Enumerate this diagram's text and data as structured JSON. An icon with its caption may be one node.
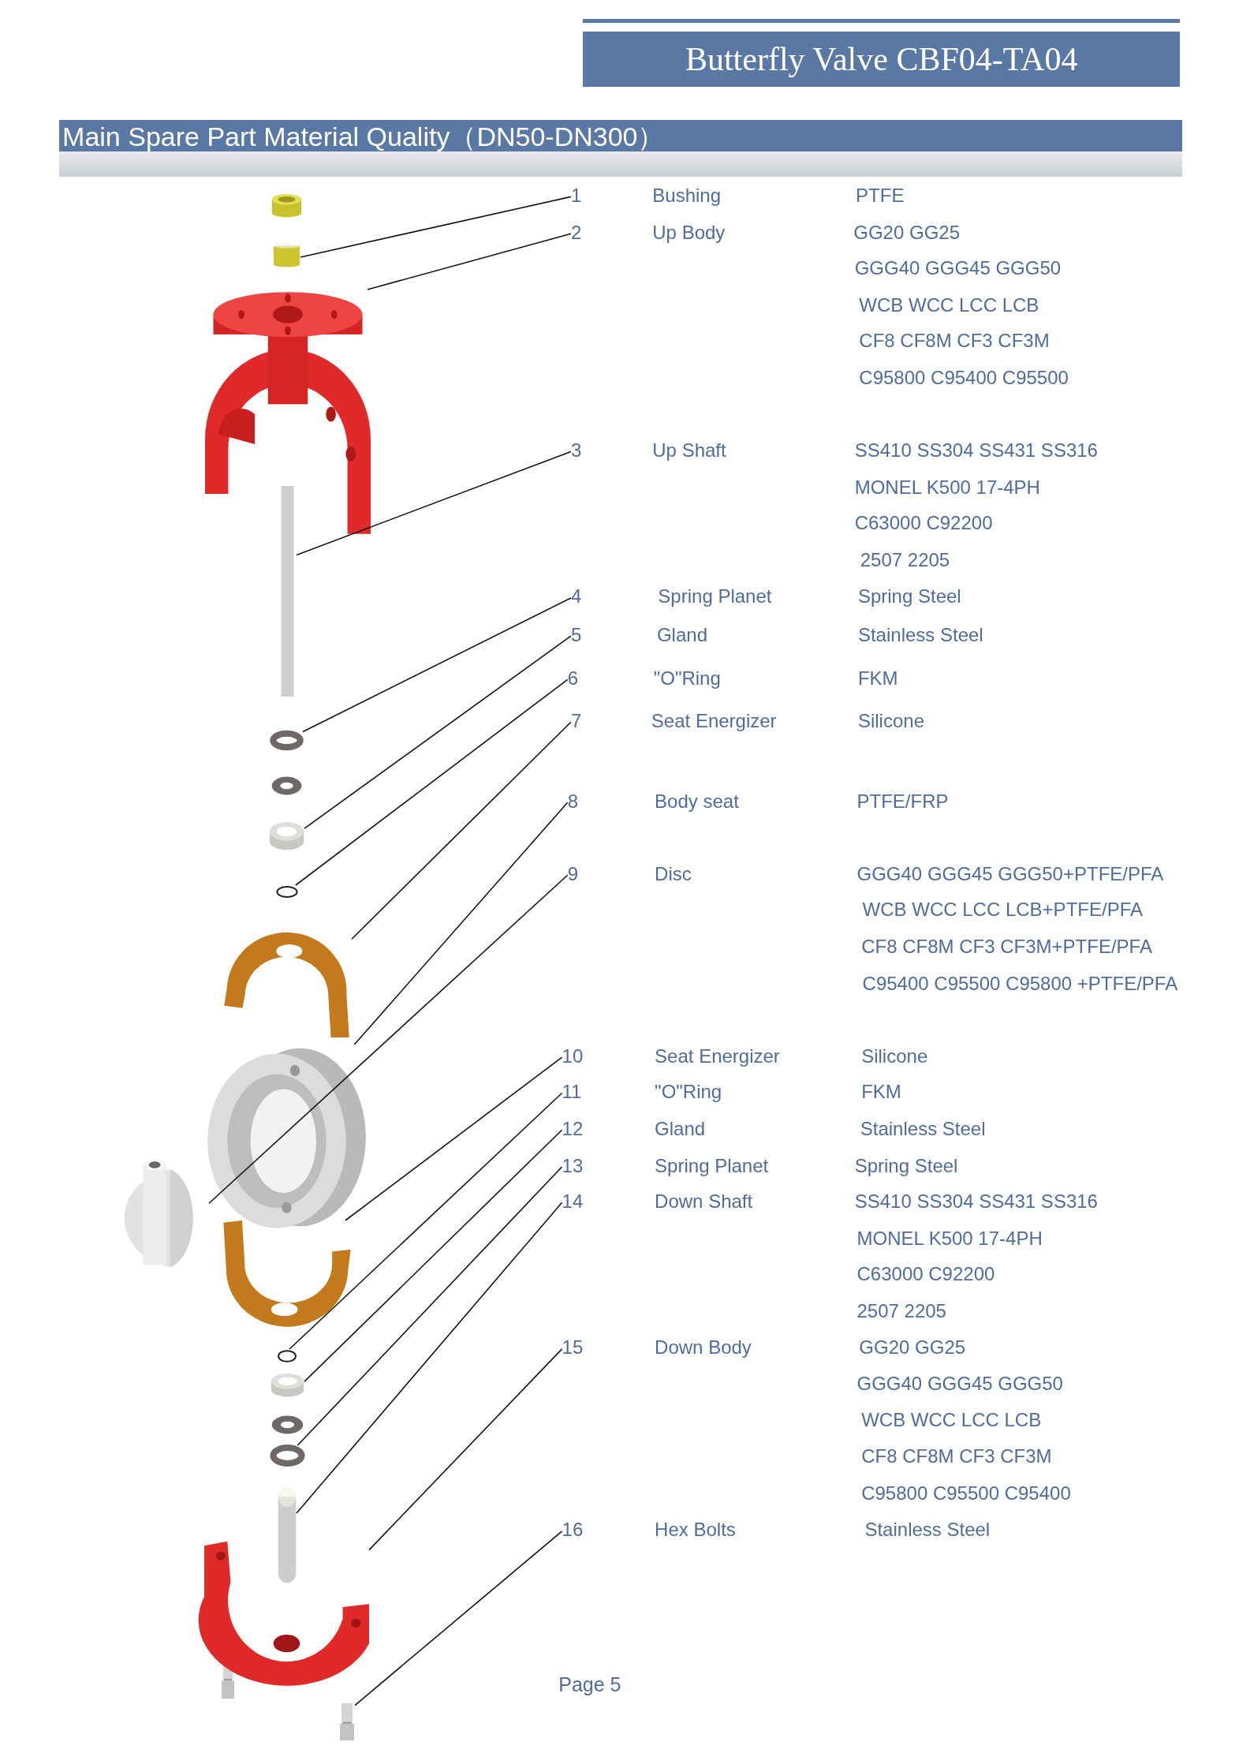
{
  "diagram": {
    "title": "Butterfly Valve CBF04-TA04",
    "nodes": [
      {
        "text": [
          "1"
        ]
      },
      {
        "text": [
          "2"
        ]
      },
      {
        "text": [
          "3"
        ]
      },
      {
        "text": [
          "4"
        ]
      },
      {
        "text": [
          "5"
        ]
      },
      {
        "text": [
          "6"
        ]
      },
      {
        "text": [
          "7"
        ]
      },
      {
        "text": [
          "8"
        ]
      },
      {
        "text": [
          "9"
        ]
      },
      {
        "text": [
          "10"
        ]
      },
      {
        "text": [
          "11"
        ]
      },
      {
        "text": [
          "12"
        ]
      },
      {
        "text": [
          "13"
        ]
      },
      {
        "text": [
          "14"
        ]
      },
      {
        "text": [
          "15"
        ]
      },
      {
        "text": [
          "16"
        ]
      },
      {
        "text": [],
        "shape": "cylinder"
      },
      {
        "text": [],
        "shape": "picture"
      },
      {
        "text": [],
        "shape": "bar"
      },
      {
        "text": [],
        "shape": "circle"
      },
      {
        "text": [],
        "shape": "picture"
      },
      {
        "text": [],
        "shape": "circle"
      },
      {
        "text": [],
        "shape": "picture"
      },
      {
        "text": [],
        "shape": "picture"
      },
      {
        "text": [],
        "shape": "picture"
      },
      {
        "text": [],
        "shape": "picture"
      },
      {
        "text": [],
        "shape": "circle"
      },
      {
        "text": [],
        "shape": "picture"
      },
      {
        "text": [],
        "shape": "circle"
      },
      {
        "text": [],
        "shape": "cylinder"
      },
      {
        "text": [],
        "shape": "picture"
      },
      {
        "text": [],
        "shape": "picture"
      }
    ],
    "edges": [
      {
        "from": 0,
        "to": 16,
        "arrow": "none"
      },
      {
        "from": 1,
        "to": 17,
        "arrow": "none"
      },
      {
        "from": 2,
        "to": 18,
        "arrow": "none"
      },
      {
        "from": 3,
        "to": 19,
        "arrow": "none"
      },
      {
        "from": 4,
        "to": 20,
        "arrow": "none"
      },
      {
        "from": 5,
        "to": 21,
        "arrow": "none"
      },
      {
        "from": 6,
        "to": 22,
        "arrow": "none"
      },
      {
        "from": 7,
        "to": 23,
        "arrow": "none"
      },
      {
        "from": 8,
        "to": 24,
        "arrow": "none"
      },
      {
        "from": 9,
        "to": 25,
        "arrow": "none"
      },
      {
        "from": 10,
        "to": 26,
        "arrow": "none"
      },
      {
        "from": 11,
        "to": 27,
        "arrow": "none"
      },
      {
        "from": 12,
        "to": 28,
        "arrow": "none"
      },
      {
        "from": 13,
        "to": 29,
        "arrow": "none"
      },
      {
        "from": 14,
        "to": 30,
        "arrow": "none"
      },
      {
        "from": 15,
        "to": 31,
        "arrow": "none"
      }
    ],
    "labels": [
      "Main Spare Part Material Quality（DN50-DN300）",
      "Bushing",
      "PTFE",
      "Up Body",
      "GG20 GG25",
      "GGG40 GGG45 GGG50",
      "WCB WCC LCC LCB",
      "CF8 CF8M CF3 CF3M",
      "C95800 C95400 C95500",
      "Up Shaft",
      "SS410 SS304 SS431 SS316",
      "MONEL K500 17-4PH",
      "C63000 C92200",
      "2507 2205",
      "Spring Planet",
      "Spring Steel",
      "Gland",
      "Stainless Steel",
      "\"O\"Ring",
      "FKM",
      "Seat Energizer",
      "Silicone",
      "Body seat",
      "PTFE/FRP",
      "Disc",
      "GGG40 GGG45 GGG50+PTFE/PFA",
      "WCB WCC LCC LCB+PTFE/PFA",
      "CF8 CF8M CF3 CF3M+PTFE/PFA",
      "C95400 C95500 C95800 +PTFE/PFA",
      "Seat Energizer",
      "Silicone",
      "\"O\"Ring",
      "FKM",
      "Gland",
      "Stainless Steel",
      "Spring Planet",
      "Spring Steel",
      "Down Shaft",
      "SS410 SS304 SS431 SS316",
      "MONEL K500 17-4PH",
      "C63000 C92200",
      "2507 2205",
      "Down Body",
      "GG20 GG25",
      "GGG40 GGG45 GGG50",
      "WCB WCC LCC LCB",
      "CF8 CF8M CF3 CF3M",
      "C95800 C95500 C95400",
      "Hex Bolts",
      "Stainless Steel",
      "Page 5"
    ]
  }
}
